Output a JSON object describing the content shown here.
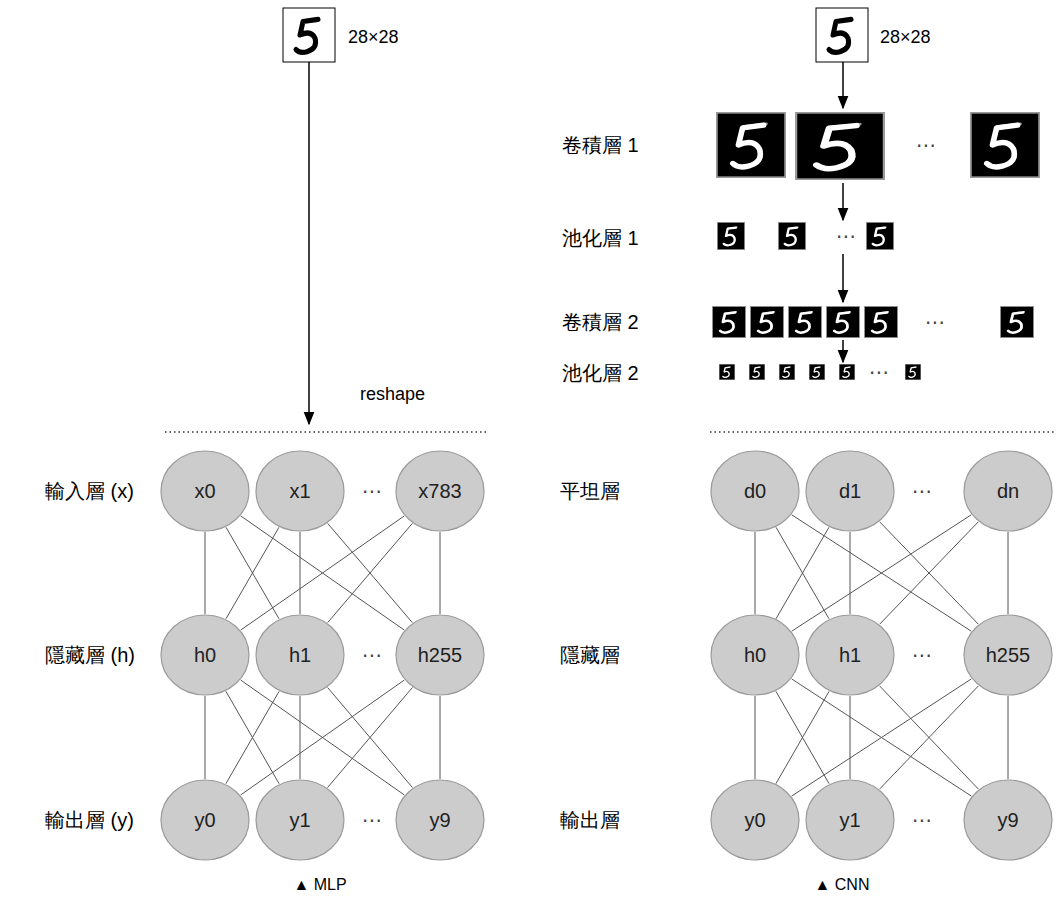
{
  "diagram": {
    "nodes": [
      {
        "text": [
          "x0"
        ]
      },
      {
        "text": [
          "x1"
        ]
      },
      {
        "text": [
          "x783"
        ]
      },
      {
        "text": [
          "h0"
        ]
      },
      {
        "text": [
          "h1"
        ]
      },
      {
        "text": [
          "h255"
        ]
      },
      {
        "text": [
          "y0"
        ]
      },
      {
        "text": [
          "y1"
        ]
      },
      {
        "text": [
          "y9"
        ]
      },
      {
        "text": [
          "d0"
        ]
      },
      {
        "text": [
          "d1"
        ]
      },
      {
        "text": [
          "dn"
        ]
      },
      {
        "text": [
          "h0"
        ]
      },
      {
        "text": [
          "h1"
        ]
      },
      {
        "text": [
          "h255"
        ]
      },
      {
        "text": [
          "y0"
        ]
      },
      {
        "text": [
          "y1"
        ]
      },
      {
        "text": [
          "y9"
        ]
      }
    ],
    "edges": [
      {
        "from": 0,
        "to": 3,
        "arrow": "none"
      },
      {
        "from": 0,
        "to": 4,
        "arrow": "none"
      },
      {
        "from": 0,
        "to": 5,
        "arrow": "none"
      },
      {
        "from": 1,
        "to": 3,
        "arrow": "none"
      },
      {
        "from": 1,
        "to": 4,
        "arrow": "none"
      },
      {
        "from": 1,
        "to": 5,
        "arrow": "none"
      },
      {
        "from": 2,
        "to": 3,
        "arrow": "none"
      },
      {
        "from": 2,
        "to": 4,
        "arrow": "none"
      },
      {
        "from": 2,
        "to": 5,
        "arrow": "none"
      },
      {
        "from": 3,
        "to": 6,
        "arrow": "none"
      },
      {
        "from": 3,
        "to": 7,
        "arrow": "none"
      },
      {
        "from": 3,
        "to": 8,
        "arrow": "none"
      },
      {
        "from": 4,
        "to": 6,
        "arrow": "none"
      },
      {
        "from": 4,
        "to": 7,
        "arrow": "none"
      },
      {
        "from": 4,
        "to": 8,
        "arrow": "none"
      },
      {
        "from": 5,
        "to": 6,
        "arrow": "none"
      },
      {
        "from": 5,
        "to": 7,
        "arrow": "none"
      },
      {
        "from": 5,
        "to": 8,
        "arrow": "none"
      },
      {
        "from": 9,
        "to": 12,
        "arrow": "none"
      },
      {
        "from": 9,
        "to": 13,
        "arrow": "none"
      },
      {
        "from": 9,
        "to": 14,
        "arrow": "none"
      },
      {
        "from": 10,
        "to": 12,
        "arrow": "none"
      },
      {
        "from": 10,
        "to": 13,
        "arrow": "none"
      },
      {
        "from": 10,
        "to": 14,
        "arrow": "none"
      },
      {
        "from": 11,
        "to": 12,
        "arrow": "none"
      },
      {
        "from": 11,
        "to": 13,
        "arrow": "none"
      },
      {
        "from": 11,
        "to": 14,
        "arrow": "none"
      },
      {
        "from": 12,
        "to": 15,
        "arrow": "none"
      },
      {
        "from": 12,
        "to": 16,
        "arrow": "none"
      },
      {
        "from": 12,
        "to": 17,
        "arrow": "none"
      },
      {
        "from": 13,
        "to": 15,
        "arrow": "none"
      },
      {
        "from": 13,
        "to": 16,
        "arrow": "none"
      },
      {
        "from": 13,
        "to": 17,
        "arrow": "none"
      },
      {
        "from": 14,
        "to": 15,
        "arrow": "none"
      },
      {
        "from": 14,
        "to": 16,
        "arrow": "none"
      },
      {
        "from": 14,
        "to": 17,
        "arrow": "none"
      }
    ],
    "labels": [
      "28×28",
      "reshape",
      "輸入層 (x)",
      "⋯",
      "隱藏層 (h)",
      "⋯",
      "輸出層 (y)",
      "⋯",
      "▲ MLP",
      "28×28",
      "卷積層 1",
      "⋯",
      "池化層 1",
      "⋯",
      "卷積層 2",
      "⋯",
      "池化層 2",
      "⋯",
      "平坦層",
      "⋯",
      "隱藏層",
      "⋯",
      "輸出層",
      "⋯",
      "▲ CNN"
    ]
  }
}
